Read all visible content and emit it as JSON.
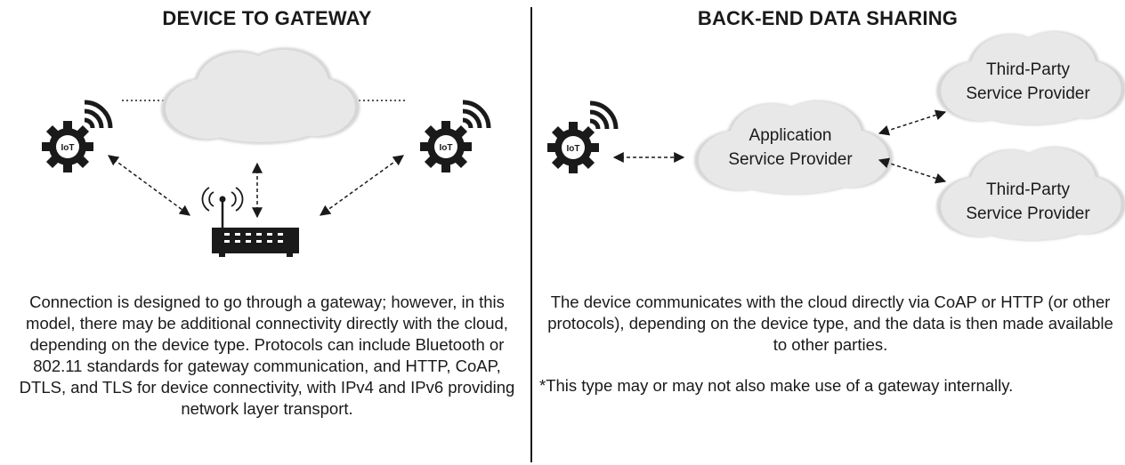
{
  "left_panel": {
    "title": "DEVICE TO GATEWAY",
    "caption": "Connection is designed to go through a gateway; however, in this model, there may be additional connectivity directly with the cloud, depending on the device type. Protocols can include Bluetooth or 802.11 standards for gateway communication, and HTTP, CoAP, DTLS, and TLS for device connectivity, with IPv4 and IPv6 providing network layer transport."
  },
  "right_panel": {
    "title": "BACK-END DATA SHARING",
    "caption": "The device communicates with the cloud directly via CoAP or HTTP (or other protocols), depending on the device type, and the data is then made available to other parties.",
    "note": "*This type may or may not also make use of a gateway internally.",
    "app_provider": [
      "Application",
      "Service Provider"
    ],
    "third_party_top": [
      "Third-Party",
      "Service Provider"
    ],
    "third_party_bottom": [
      "Third-Party",
      "Service Provider"
    ]
  },
  "device_badge": "IoT",
  "colors": {
    "ink": "#1a1a1a",
    "cloud_fill": "#e8e8e8",
    "cloud_edge": "#d6d6d6"
  },
  "icons": [
    "iot-device-icon",
    "wifi-signal-icon",
    "cloud-icon",
    "router-icon"
  ]
}
